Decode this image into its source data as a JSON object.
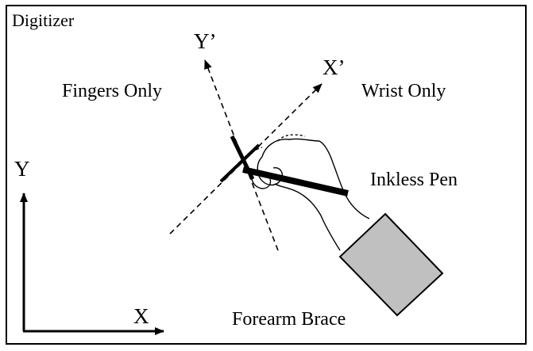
{
  "diagram": {
    "panel_title": "Digitizer",
    "labels": {
      "rotated_y_axis": "Y’",
      "rotated_x_axis": "X’",
      "fingers_region": "Fingers Only",
      "wrist_region": "Wrist Only",
      "pen": "Inkless Pen",
      "brace": "Forearm Brace",
      "global_y_axis": "Y",
      "global_x_axis": "X"
    },
    "colors": {
      "stroke": "#000000",
      "background": "#ffffff",
      "brace_fill": "#c0c0c0"
    }
  }
}
